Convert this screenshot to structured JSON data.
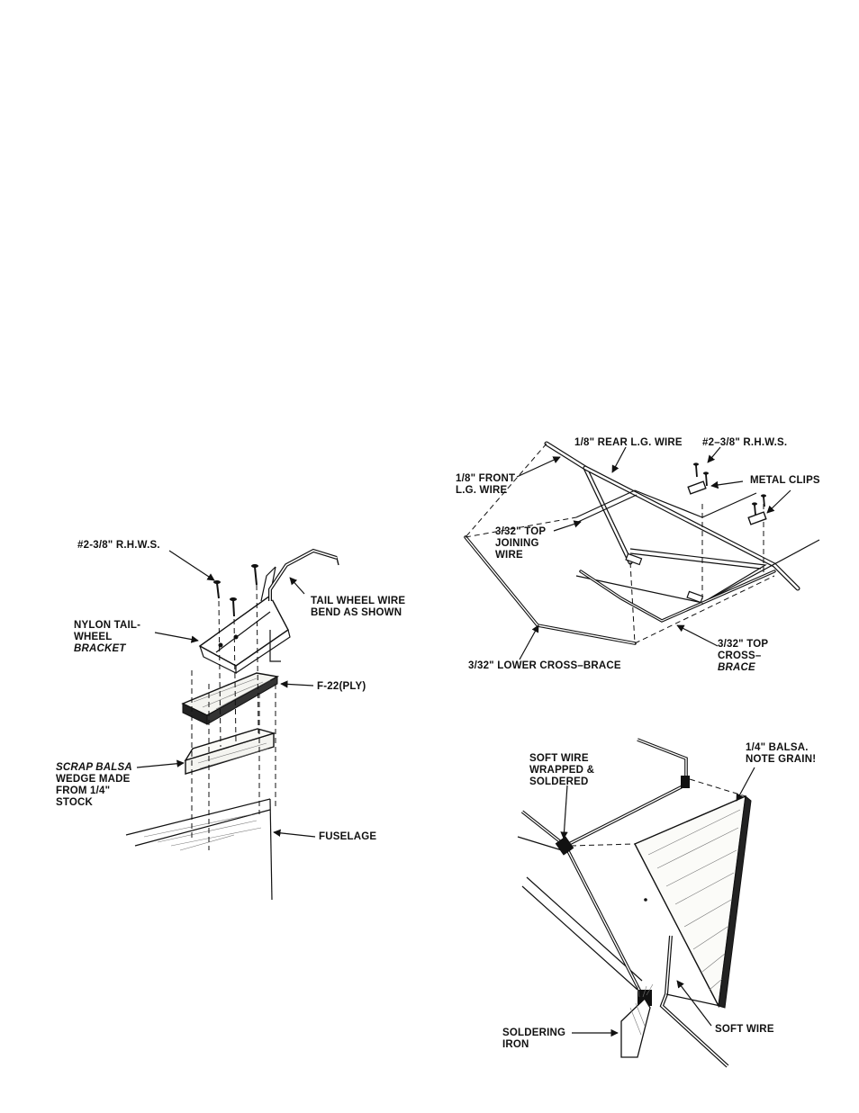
{
  "tailwheel": {
    "screw_label": "#2-3/8\" R.H.W.S.",
    "wire_label_1": "TAIL WHEEL WIRE",
    "wire_label_2": "BEND AS SHOWN",
    "bracket_label_1": "NYLON TAIL-",
    "bracket_label_2": "WHEEL",
    "bracket_label_3": "BRACKET",
    "ply_label": "F-22(PLY)",
    "wedge_label_1": "SCRAP BALSA",
    "wedge_label_2": "WEDGE MADE",
    "wedge_label_3": "FROM 1/4\"",
    "wedge_label_4": "STOCK",
    "fuselage_label": "FUSELAGE"
  },
  "landing_gear": {
    "rear_wire_label": "1/8\" REAR L.G. WIRE",
    "screw_label": "#2–3/8\" R.H.W.S.",
    "front_wire_label_1": "1/8\" FRONT",
    "front_wire_label_2": "L.G. WIRE",
    "clips_label": "METAL CLIPS",
    "top_joining_label_1": "3/32\" TOP",
    "top_joining_label_2": "JOINING",
    "top_joining_label_3": "WIRE",
    "top_cross_label_1": "3/32\" TOP",
    "top_cross_label_2": "CROSS–",
    "top_cross_label_3": "BRACE",
    "lower_cross_label": "3/32\" LOWER CROSS–BRACE"
  },
  "soldering": {
    "soft_wire_wrapped_1": "SOFT WIRE",
    "soft_wire_wrapped_2": "WRAPPED &",
    "soft_wire_wrapped_3": "SOLDERED",
    "balsa_label_1": "1/4\" BALSA.",
    "balsa_label_2": "NOTE GRAIN!",
    "soft_wire_label": "SOFT WIRE",
    "iron_label_1": "SOLDERING",
    "iron_label_2": "IRON"
  }
}
